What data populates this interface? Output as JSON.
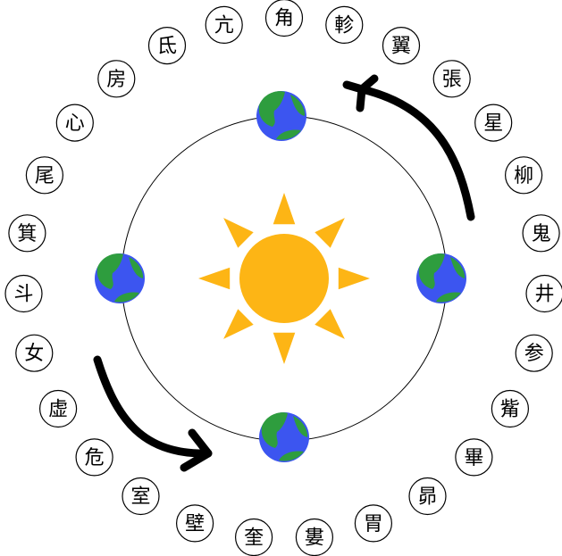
{
  "colors": {
    "sun": "#FDB515",
    "ocean": "#3C55F0",
    "land": "#2E9D3E",
    "line": "#000000"
  },
  "icons": {
    "sun": "sun-icon",
    "earth": "earth-icon",
    "arrow": "curved-arrow-icon"
  },
  "mansions": [
    "角",
    "軫",
    "翼",
    "張",
    "星",
    "柳",
    "鬼",
    "井",
    "参",
    "觜",
    "畢",
    "昴",
    "胃",
    "婁",
    "奎",
    "壁",
    "室",
    "危",
    "虚",
    "女",
    "斗",
    "箕",
    "尾",
    "心",
    "房",
    "氐",
    "亢"
  ]
}
